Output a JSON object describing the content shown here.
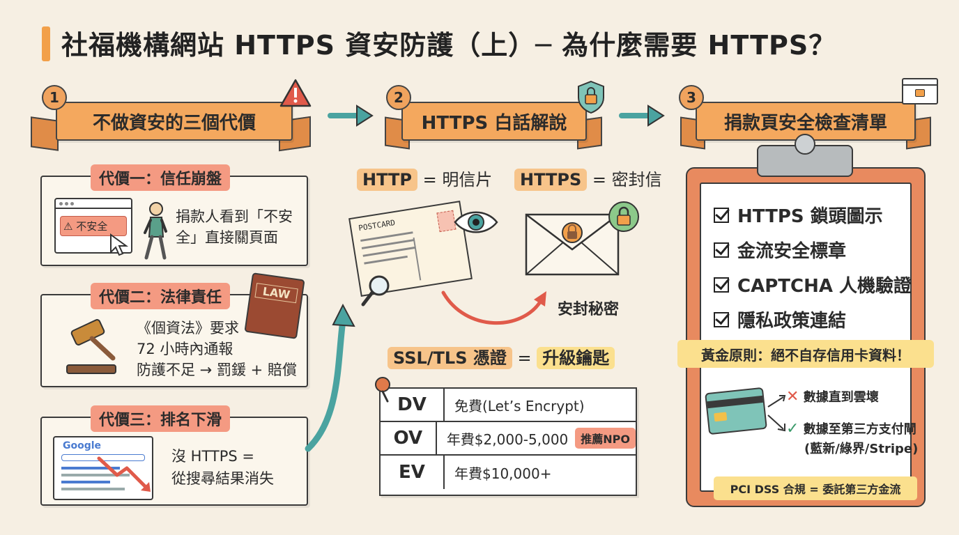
{
  "title": "社福機構網站 HTTPS 資安防護（上）─ 為什麼需要 HTTPS？",
  "colors": {
    "background": "#f6efe3",
    "accent_orange": "#f4a85e",
    "pill_red": "#f49a82",
    "arrow_teal": "#4aa3a0",
    "highlight_yellow": "#fbe08e"
  },
  "sections": [
    {
      "number": "1",
      "heading": "不做資安的三個代價",
      "icon": "warning-icon"
    },
    {
      "number": "2",
      "heading": "HTTPS 白話解說",
      "icon": "shield-lock-icon"
    },
    {
      "number": "3",
      "heading": "捐款頁安全檢查清單",
      "icon": "browser-lock-icon"
    }
  ],
  "costs": [
    {
      "label": "代價一：信任崩盤",
      "badge": "不安全",
      "lines": [
        "捐款人看到「不安",
        "全」直接關頁面"
      ]
    },
    {
      "label": "代價二：法律責任",
      "book": "LAW",
      "lines": [
        "《個資法》要求",
        "72 小時內通報",
        "防護不足 → 罰鍰 + 賠償"
      ]
    },
    {
      "label": "代價三：排名下滑",
      "search_logo": "Google",
      "lines": [
        "沒 HTTPS =",
        "從搜尋結果消失"
      ]
    }
  ],
  "https_explain": {
    "http_term": "HTTP",
    "http_meaning": "= 明信片",
    "https_term": "HTTPS",
    "https_meaning": "= 密封信",
    "postcard_label": "POSTCARD",
    "seal_caption": "安封秘密",
    "ssl_term": "SSL/TLS 憑證",
    "ssl_meaning": "升級鑰匙",
    "ssl_eq": "="
  },
  "ssl_table": [
    {
      "type": "DV",
      "desc": "免費(Let’s Encrypt)",
      "badge": ""
    },
    {
      "type": "OV",
      "desc": "年費$2,000-5,000",
      "badge": "推薦NPO"
    },
    {
      "type": "EV",
      "desc": "年費$10,000+",
      "badge": ""
    }
  ],
  "checklist": [
    "HTTPS 鎖頭圖示",
    "金流安全標章",
    "CAPTCHA 人機驗證",
    "隱私政策連結"
  ],
  "golden_rule": "黃金原則：絕不自存信用卡資料！",
  "card_flow": [
    {
      "status": "bad",
      "text": "數據直到雲壞"
    },
    {
      "status": "good",
      "text": "數據至第三方支付閘",
      "text2": "(藍新/綠界/Stripe)"
    }
  ],
  "pci_note": "PCI DSS 合規 = 委託第三方金流"
}
